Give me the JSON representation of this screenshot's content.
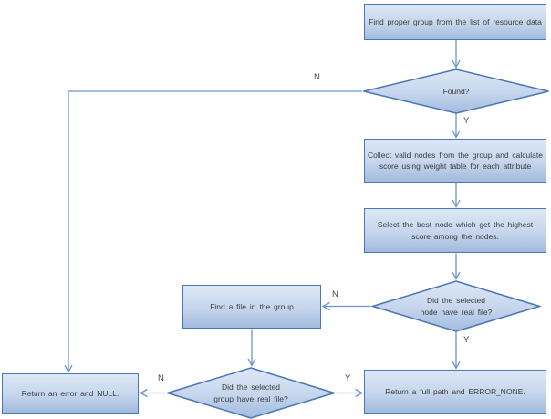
{
  "diagram": {
    "type": "flowchart",
    "nodes": {
      "start": {
        "shape": "process",
        "label": "Find proper group from the list of resource data"
      },
      "found": {
        "shape": "decision",
        "label": "Found?"
      },
      "collect": {
        "shape": "process",
        "label": "Collect valid nodes from the group and calculate score using weight table for each attribute"
      },
      "select_best": {
        "shape": "process",
        "label": "Select the best node which get the highest score among the nodes."
      },
      "node_check": {
        "shape": "decision",
        "label": "Did the selected node have real file?"
      },
      "find_file": {
        "shape": "process",
        "label": "Find a file in the group"
      },
      "group_check": {
        "shape": "decision",
        "label": "Did the selected group have real file?"
      },
      "return_error": {
        "shape": "process",
        "label": "Return an error and NULL."
      },
      "return_path": {
        "shape": "process",
        "label": "Return a full path and ERROR_NONE."
      }
    },
    "edge_labels": {
      "found_no": "N",
      "found_yes": "Y",
      "node_check_no": "N",
      "node_check_yes": "Y",
      "group_check_no": "N",
      "group_check_yes": "Y"
    },
    "edges": [
      {
        "from": "start",
        "to": "found"
      },
      {
        "from": "found",
        "to": "collect",
        "label": "Y"
      },
      {
        "from": "found",
        "to": "return_error",
        "label": "N"
      },
      {
        "from": "collect",
        "to": "select_best"
      },
      {
        "from": "select_best",
        "to": "node_check"
      },
      {
        "from": "node_check",
        "to": "return_path",
        "label": "Y"
      },
      {
        "from": "node_check",
        "to": "find_file",
        "label": "N"
      },
      {
        "from": "find_file",
        "to": "group_check"
      },
      {
        "from": "group_check",
        "to": "return_error",
        "label": "N"
      },
      {
        "from": "group_check",
        "to": "return_path",
        "label": "Y"
      }
    ],
    "colors": {
      "shape_border": "#4a77b5",
      "shape_fill_top": "#dde8f5",
      "shape_fill_mid": "#c5d5ec",
      "shape_fill_bottom": "#a2bbde",
      "connector": "#6e95ca",
      "text": "#3d3d3d",
      "edge_label": "#404040",
      "background": "#ffffff"
    }
  }
}
